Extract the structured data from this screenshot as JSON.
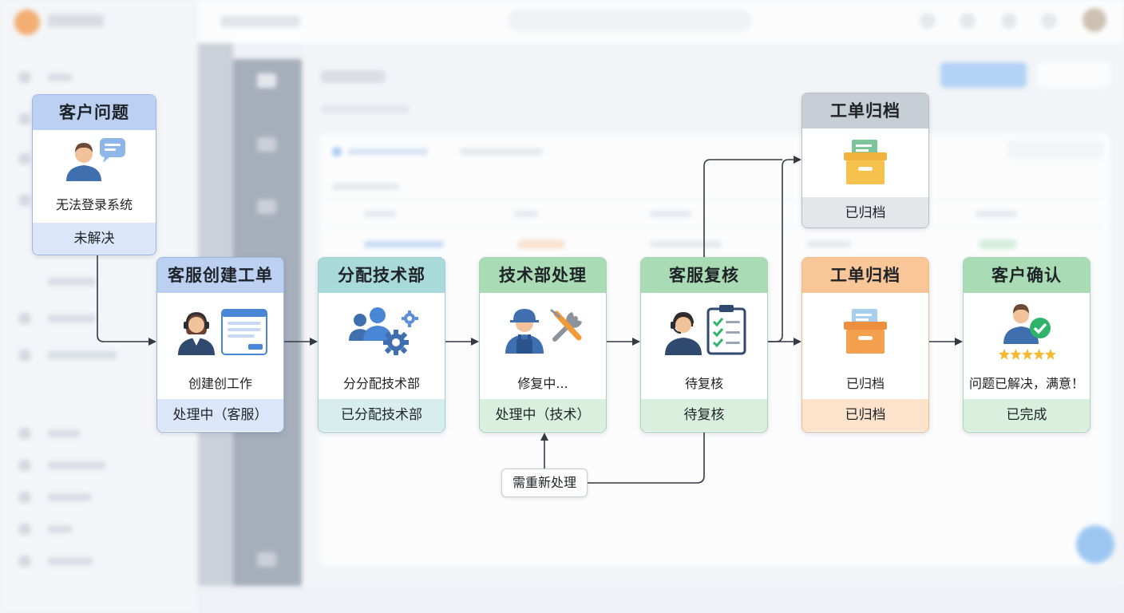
{
  "nodes": {
    "customer_issue": {
      "title": "客户问题",
      "desc": "无法登录系统",
      "status": "未解决"
    },
    "create_ticket": {
      "title": "客服创建工单",
      "desc": "创建创工作",
      "status": "处理中（客服）"
    },
    "assign_tech": {
      "title": "分配技术部",
      "desc": "分分配技术部",
      "status": "已分配技术部"
    },
    "tech_process": {
      "title": "技术部处理",
      "desc": "修复中...",
      "status": "处理中（技术）"
    },
    "cs_review": {
      "title": "客服复核",
      "desc": "待复核",
      "status": "待复核"
    },
    "archive_top": {
      "title": "工单归档",
      "status": "已归档"
    },
    "archive_mid": {
      "title": "工单归档",
      "desc": "已归档",
      "status": "已归档"
    },
    "customer_confirm": {
      "title": "客户确认",
      "desc": "问题已解决，满意！",
      "status": "已完成"
    }
  },
  "loop_label": "需重新处理",
  "colors": {
    "blue": "#bcd0f2",
    "teal": "#a9dada",
    "green": "#a9dcb4",
    "gray": "#c8ced5",
    "orange": "#f8c697",
    "arrow": "#333a42",
    "check_green": "#2fb36b",
    "star": "#f5b82e"
  },
  "icons": [
    "person-chat-icon",
    "agent-headset-icon",
    "form-window-icon",
    "team-gears-icon",
    "worker-icon",
    "wrench-screwdriver-icon",
    "checklist-icon",
    "archive-box-icon",
    "approved-user-icon",
    "star-rating-icon"
  ]
}
